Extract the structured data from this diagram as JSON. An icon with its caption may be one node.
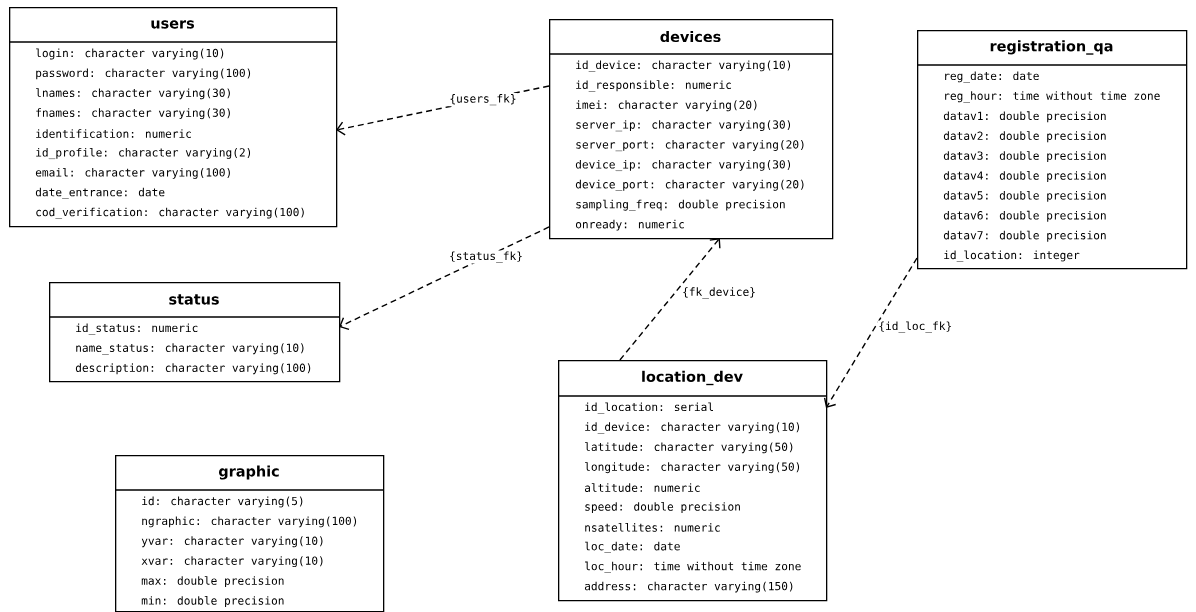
{
  "diagram": {
    "nodes": [
      {
        "text": [
          "users",
          "login: character varying(10)",
          "password: character varying(100)",
          "lnames: character varying(30)",
          "fnames: character varying(30)",
          "identification: numeric",
          "id_profile: character varying(2)",
          "email: character varying(100)",
          "date_entrance: date",
          "cod_verification: character varying(100)"
        ]
      },
      {
        "text": [
          "devices",
          "id_device: character varying(10)",
          "id_responsible: numeric",
          "imei: character varying(20)",
          "server_ip: character varying(30)",
          "server_port: character varying(20)",
          "device_ip: character varying(30)",
          "device_port: character varying(20)",
          "sampling_freq: double precision",
          "onready: numeric"
        ]
      },
      {
        "text": [
          "registration_qa",
          "reg_date: date",
          "reg_hour: time without time zone",
          "datav1: double precision",
          "datav2: double precision",
          "datav3: double precision",
          "datav4: double precision",
          "datav5: double precision",
          "datav6: double precision",
          "datav7: double precision",
          "id_location: integer"
        ]
      },
      {
        "text": [
          "status",
          "id_status: numeric",
          "name_status: character varying(10)",
          "description: character varying(100)"
        ]
      },
      {
        "text": [
          "location_dev",
          "id_location: serial",
          "id_device: character varying(10)",
          "latitude: character varying(50)",
          "longitude: character varying(50)",
          "altitude: numeric",
          "speed: double precision",
          "nsatellites: numeric",
          "loc_date: date",
          "loc_hour: time without time zone",
          "address: character varying(150)"
        ]
      },
      {
        "text": [
          "graphic",
          "id: character varying(5)",
          "ngraphic: character varying(100)",
          "yvar: character varying(10)",
          "xvar: character varying(10)",
          "max: double precision",
          "min: double precision"
        ]
      }
    ],
    "edges": [
      {
        "from": 1,
        "to": 0,
        "arrow": "to",
        "label": "{users_fk}",
        "style": "dashed"
      },
      {
        "from": 1,
        "to": 3,
        "arrow": "to",
        "label": "{status_fk}",
        "style": "dashed"
      },
      {
        "from": 4,
        "to": 1,
        "arrow": "to",
        "label": "{fk_device}",
        "style": "dashed"
      },
      {
        "from": 2,
        "to": 4,
        "arrow": "to",
        "label": "{id_loc_fk}",
        "style": "dashed"
      }
    ]
  }
}
